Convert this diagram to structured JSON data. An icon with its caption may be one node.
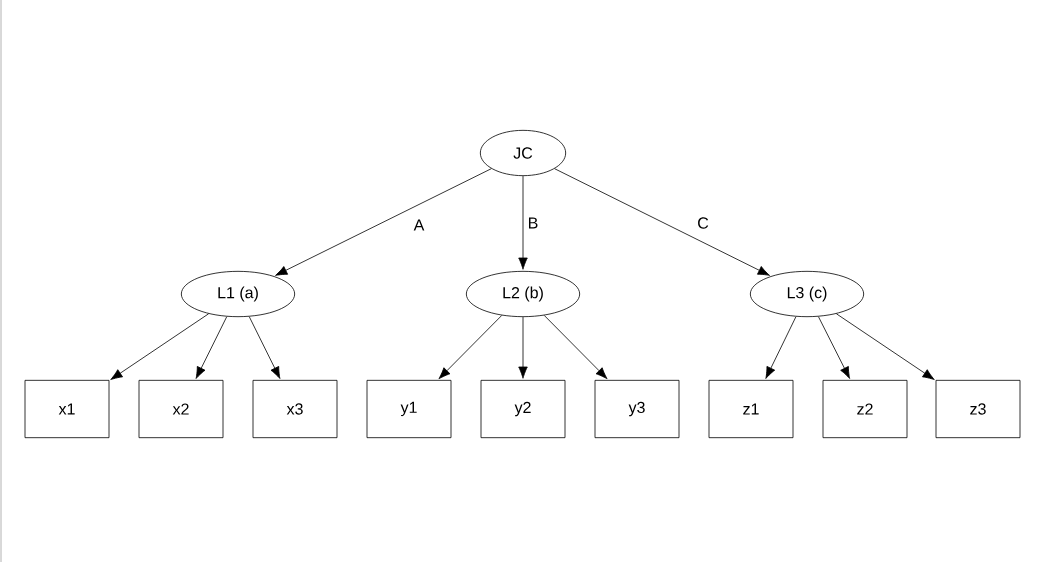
{
  "diagram": {
    "nodes": [
      {
        "text": [
          "JC"
        ]
      },
      {
        "text": [
          "L1 (a)"
        ]
      },
      {
        "text": [
          "L2 (b)"
        ]
      },
      {
        "text": [
          "L3 (c)"
        ]
      },
      {
        "text": [
          "x1"
        ]
      },
      {
        "text": [
          "x2"
        ]
      },
      {
        "text": [
          "x3"
        ]
      },
      {
        "text": [
          "y1"
        ]
      },
      {
        "text": [
          "y2"
        ]
      },
      {
        "text": [
          "y3"
        ]
      },
      {
        "text": [
          "z1"
        ]
      },
      {
        "text": [
          "z2"
        ]
      },
      {
        "text": [
          "z3"
        ]
      }
    ],
    "edges": [
      {
        "from": 0,
        "to": 1,
        "arrow": "to",
        "label": "A"
      },
      {
        "from": 0,
        "to": 2,
        "arrow": "to",
        "label": "B"
      },
      {
        "from": 0,
        "to": 3,
        "arrow": "to",
        "label": "C"
      },
      {
        "from": 1,
        "to": 4,
        "arrow": "to"
      },
      {
        "from": 1,
        "to": 5,
        "arrow": "to"
      },
      {
        "from": 1,
        "to": 6,
        "arrow": "to"
      },
      {
        "from": 2,
        "to": 7,
        "arrow": "to"
      },
      {
        "from": 2,
        "to": 8,
        "arrow": "to"
      },
      {
        "from": 2,
        "to": 9,
        "arrow": "to"
      },
      {
        "from": 3,
        "to": 10,
        "arrow": "to"
      },
      {
        "from": 3,
        "to": 11,
        "arrow": "to"
      },
      {
        "from": 3,
        "to": 12,
        "arrow": "to"
      }
    ]
  }
}
